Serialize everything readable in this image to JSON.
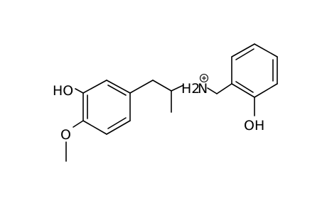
{
  "molecule": {
    "labels": {
      "hydroxyl_left": "HO",
      "ammonium_h2": "H2",
      "ammonium_n": "N",
      "hydroxyl_right": "OH",
      "methoxy_o": "O"
    },
    "charge": "+",
    "colors": {
      "bond": "#000000",
      "text": "#000000",
      "background": "#ffffff"
    }
  }
}
